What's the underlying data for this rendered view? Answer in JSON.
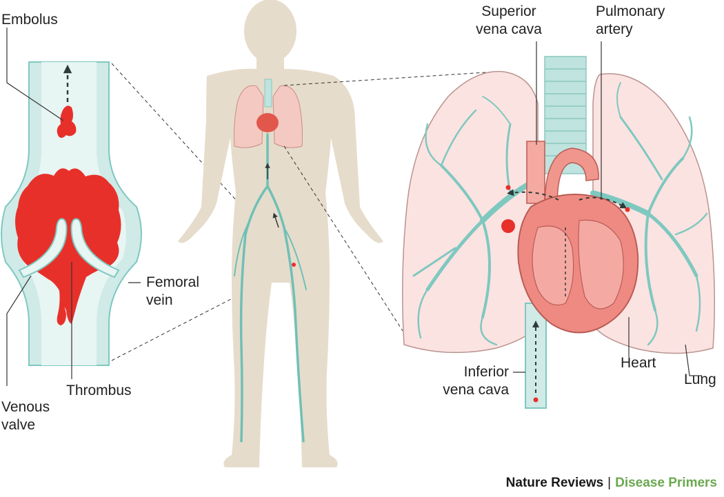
{
  "labels": {
    "embolus": "Embolus",
    "femoral_vein": "Femoral\nvein",
    "thrombus": "Thrombus",
    "venous_valve": "Venous\nvalve",
    "superior_vena_cava": "Superior\nvena cava",
    "pulmonary_artery": "Pulmonary\nartery",
    "inferior_vena_cava": "Inferior\nvena cava",
    "heart": "Heart",
    "lung": "Lung"
  },
  "credit": {
    "publisher": "Nature Reviews",
    "separator": "|",
    "series": "Disease Primers"
  },
  "colors": {
    "vessel": "#7ec8c0",
    "vessel_fill": "#d8efec",
    "blood_clot": "#e8302a",
    "body": "#e6dccb",
    "lung": "#fbe3e1",
    "heart": "#ee8a82",
    "credit_primary": "#1a1a1a",
    "credit_accent": "#6aa84f"
  },
  "icons": {
    "embolus_arrow": "dashed-arrow-up-icon",
    "flow_arrow": "dashed-arrow-icon"
  }
}
